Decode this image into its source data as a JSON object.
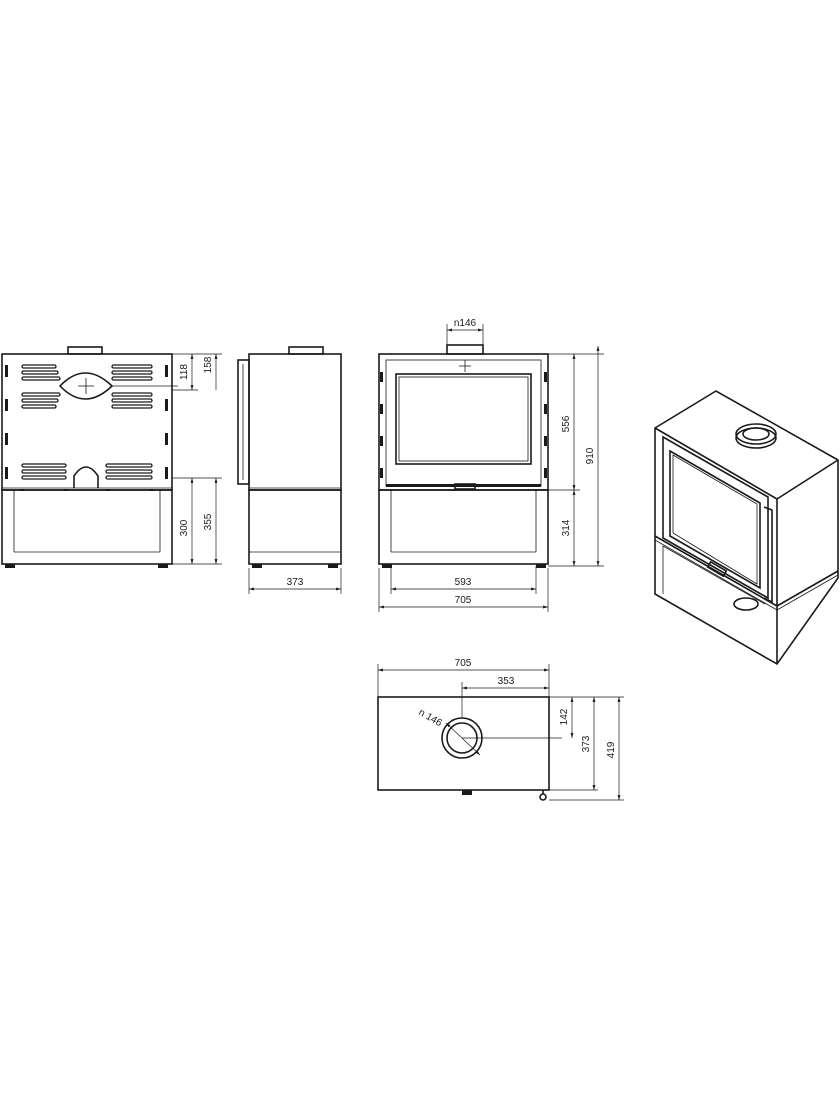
{
  "back_view": {
    "dims": {
      "top_offset": "118",
      "top_height": "158",
      "base_height_a": "300",
      "base_height_b": "355"
    }
  },
  "side_view": {
    "dims": {
      "depth": "373"
    }
  },
  "front_view": {
    "dims": {
      "flue": "n146",
      "firebox_height": "556",
      "total_height": "910",
      "base_height": "314",
      "inner_width": "593",
      "total_width": "705"
    }
  },
  "top_view": {
    "dims": {
      "width": "705",
      "flue_offset_x": "353",
      "flue_diameter": "n 146",
      "flue_offset_y": "142",
      "depth": "373",
      "depth_total": "419"
    }
  }
}
